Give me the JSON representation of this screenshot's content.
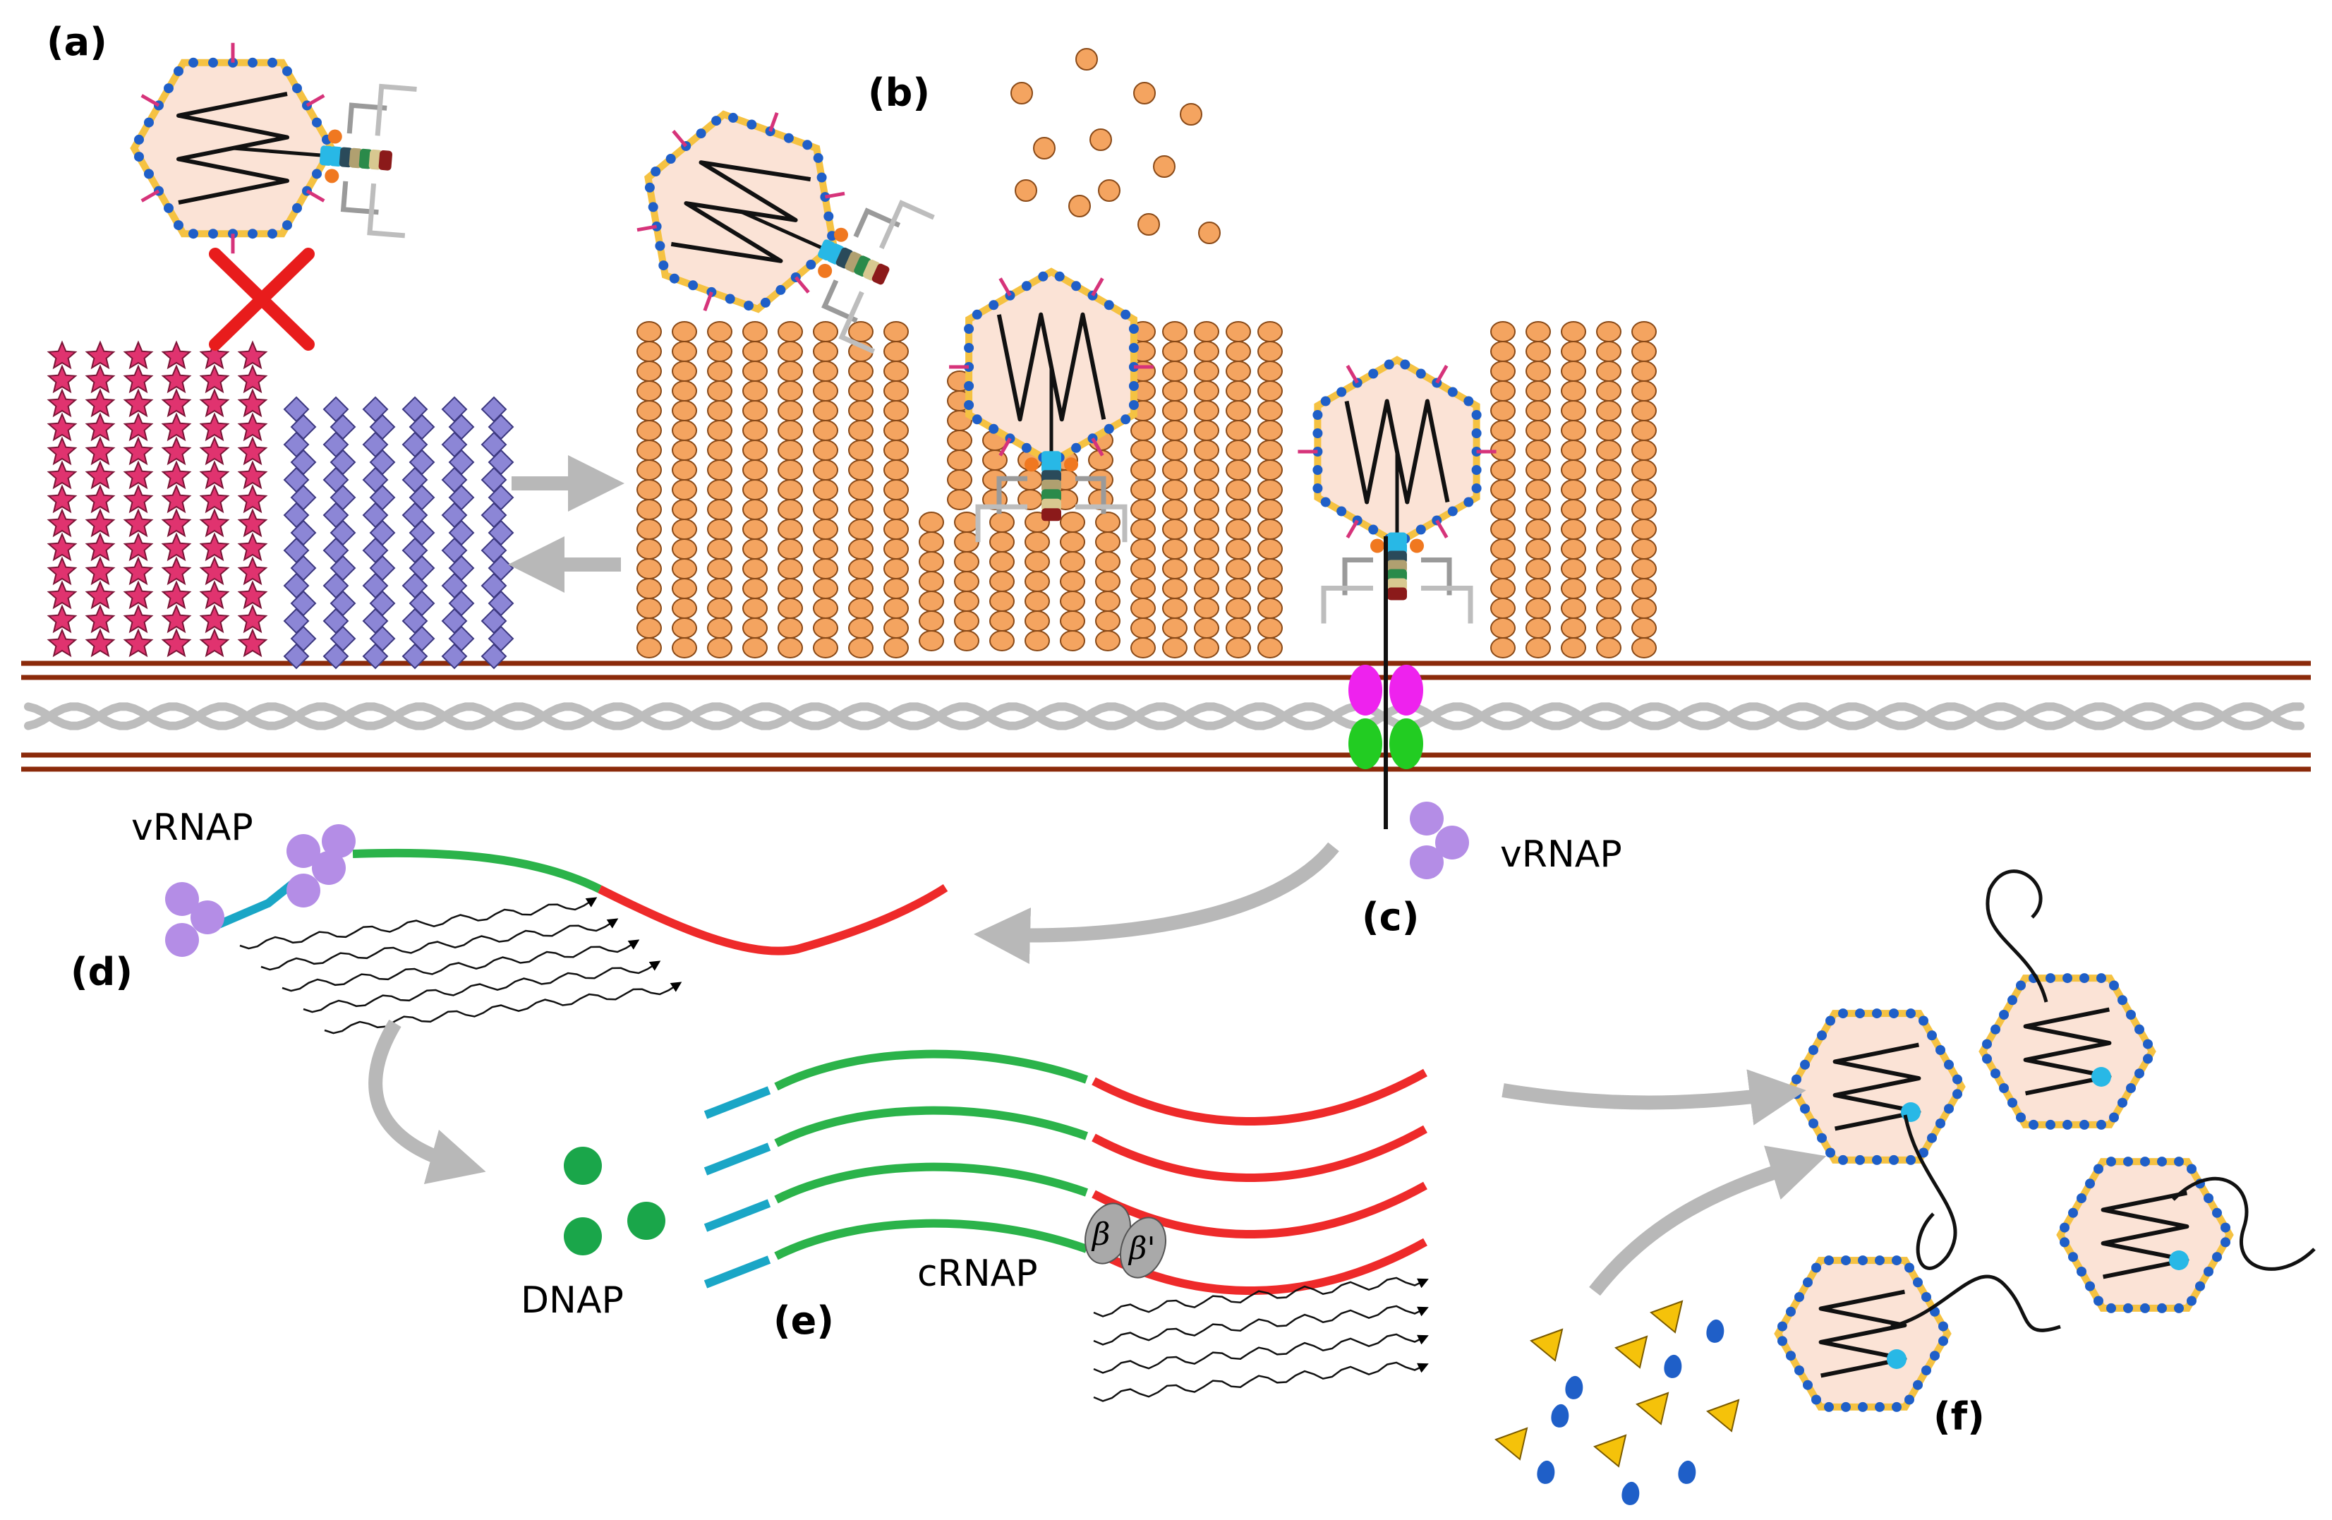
{
  "labels": {
    "a": "(a)",
    "b": "(b)",
    "c": "(c)",
    "d": "(d)",
    "e": "(e)",
    "f": "(f)",
    "vrnap_left": "vRNAP",
    "vrnap_right": "vRNAP",
    "dnap": "DNAP",
    "crnap": "cRNAP",
    "beta": "β",
    "beta_prime": "β'"
  },
  "colors": {
    "capsid_fill": "#fbe3d6",
    "capsid_edge": "#f5c242",
    "capsid_dots": "#1f5fc8",
    "spike": "#d6337a",
    "star": "#e0336f",
    "diamond": "#8c86d6",
    "bead": "#f4a460",
    "membrane_line": "#8b2a0a",
    "peptidoglycan": "#bdbdbd",
    "magenta_protein": "#ee22ee",
    "green_protein": "#22cc22",
    "vrnap": "#b48de6",
    "dnap": "#1aa64a",
    "early_gene": "#1aa6c6",
    "middle_gene": "#2bb34a",
    "late_gene": "#ee2a2a",
    "arrow": "#b8b8b8",
    "cross": "#e81c1c",
    "crnap": "#a9a9a9",
    "scaffold_blue": "#1f5fc8",
    "scaffold_yellow": "#f5c20a"
  }
}
